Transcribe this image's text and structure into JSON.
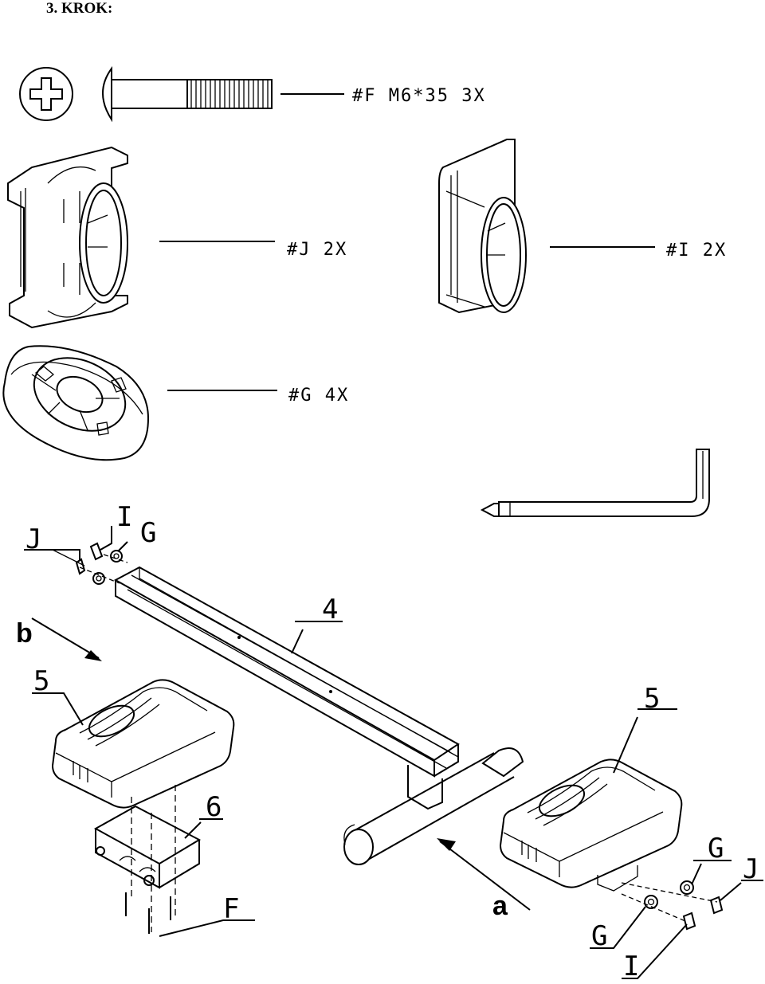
{
  "step_title": "3.   KROK:",
  "parts": {
    "f_label": "#F  M6*35  3X",
    "j_label": "#J  2X",
    "i_label": "#I  2X",
    "g_label": "#G  4X"
  },
  "callouts": {
    "j_left": "J",
    "i_left": "I",
    "g_left": "G",
    "num_4": "4",
    "num_5_left": "5",
    "num_5_right": "5",
    "num_6": "6",
    "f_bottom": "F",
    "g_right_top": "G",
    "j_right": "J",
    "g_right_bottom": "G",
    "i_right": "I",
    "arrow_a": "a",
    "arrow_b": "b"
  }
}
